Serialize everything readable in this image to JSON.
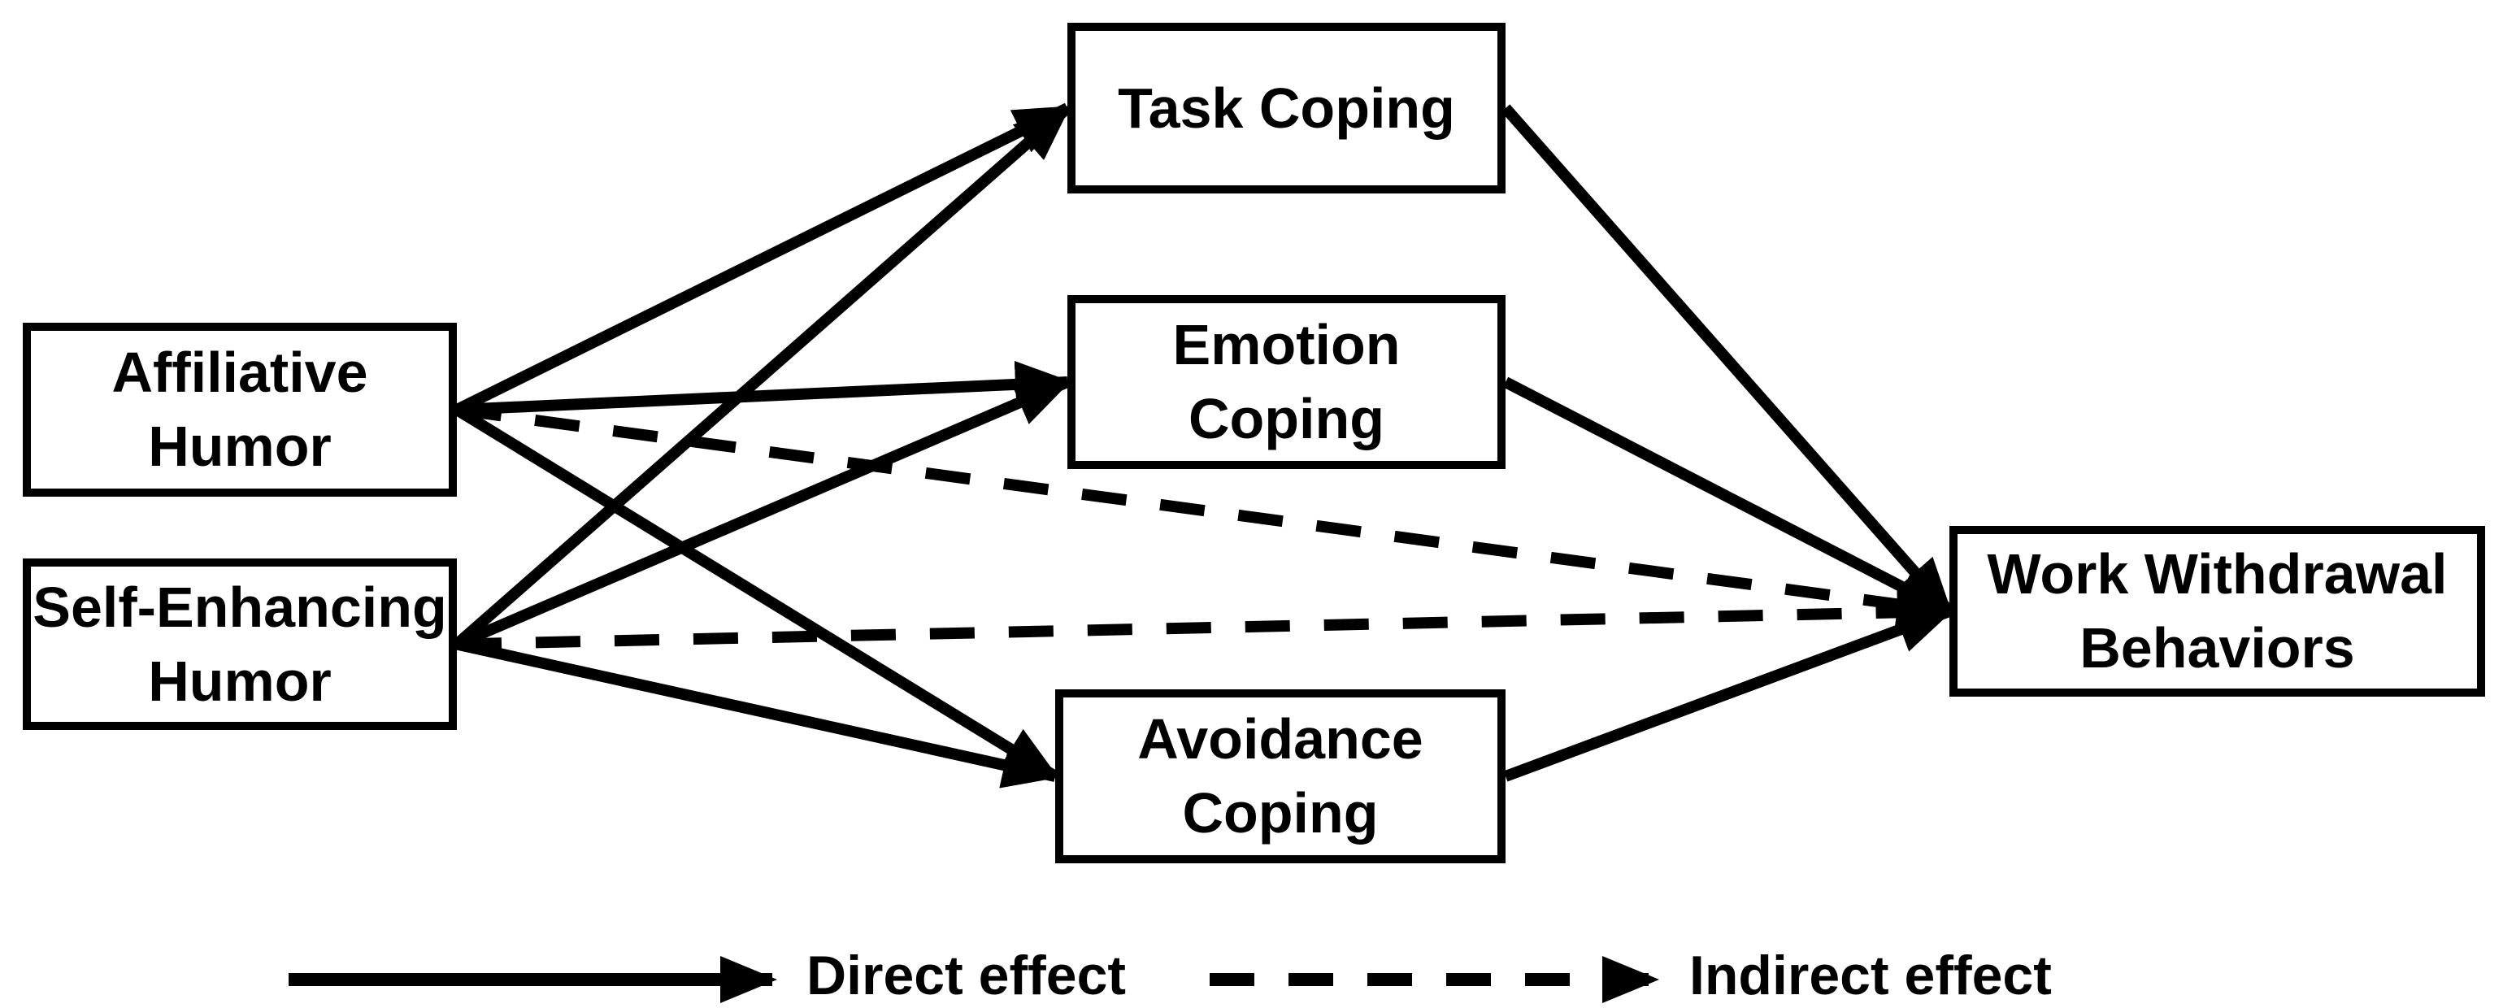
{
  "diagram": {
    "nodes": [
      {
        "id": "affiliative",
        "label": "Affiliative\nHumor"
      },
      {
        "id": "self_enhancing",
        "label": "Self-Enhancing\nHumor"
      },
      {
        "id": "task",
        "label": "Task Coping"
      },
      {
        "id": "emotion",
        "label": "Emotion\nCoping"
      },
      {
        "id": "avoidance",
        "label": "Avoidance\nCoping"
      },
      {
        "id": "wwb",
        "label": "Work Withdrawal\nBehaviors"
      }
    ],
    "edges": [
      {
        "from": "affiliative",
        "to": "task",
        "type": "direct"
      },
      {
        "from": "affiliative",
        "to": "emotion",
        "type": "direct"
      },
      {
        "from": "affiliative",
        "to": "avoidance",
        "type": "direct"
      },
      {
        "from": "self_enhancing",
        "to": "task",
        "type": "direct"
      },
      {
        "from": "self_enhancing",
        "to": "emotion",
        "type": "direct"
      },
      {
        "from": "self_enhancing",
        "to": "avoidance",
        "type": "direct"
      },
      {
        "from": "task",
        "to": "wwb",
        "type": "direct"
      },
      {
        "from": "emotion",
        "to": "wwb",
        "type": "direct"
      },
      {
        "from": "avoidance",
        "to": "wwb",
        "type": "direct"
      },
      {
        "from": "affiliative",
        "to": "wwb",
        "type": "indirect"
      },
      {
        "from": "self_enhancing",
        "to": "wwb",
        "type": "indirect"
      }
    ],
    "legend": [
      {
        "style": "solid",
        "label": "Direct effect"
      },
      {
        "style": "dashed",
        "label": "Indirect effect"
      }
    ],
    "colors": {
      "line": "#000000",
      "box_border": "#000000",
      "box_fill": "#ffffff",
      "text": "#000000",
      "background": "#ffffff"
    }
  }
}
